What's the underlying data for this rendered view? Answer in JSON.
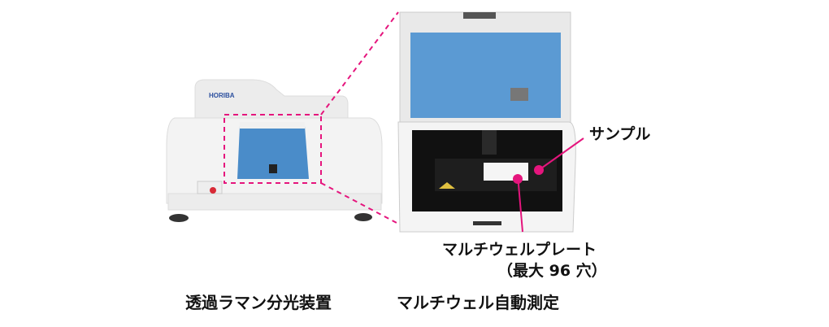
{
  "left_device": {
    "logo": "HORIBA",
    "caption": "透過ラマン分光装置"
  },
  "right_device": {
    "caption": "マルチウェル自動測定"
  },
  "annotations": {
    "sample": "サンプル",
    "plate": "マルチウェルプレート",
    "plate_note": "（最大 96 穴）"
  },
  "colors": {
    "accent": "#e5157d",
    "lid_blue": "#4a8cc9",
    "body": "#f2f2f2"
  }
}
